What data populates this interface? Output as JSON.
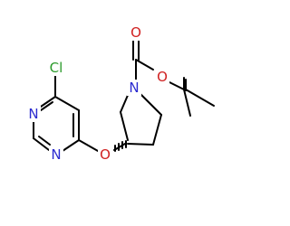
{
  "diagram": {
    "type": "chemical-structure",
    "colors": {
      "bond": "#000000",
      "nitrogen": "#2b2bd0",
      "oxygen": "#d02020",
      "chlorine": "#2b9a2b"
    },
    "atoms": {
      "cl": "Cl",
      "n_ring_upper": "N",
      "n_ring_lower": "N",
      "o_ether": "O",
      "n_pyrrolidine": "N",
      "o_carbonyl": "O",
      "o_ester": "O"
    }
  }
}
